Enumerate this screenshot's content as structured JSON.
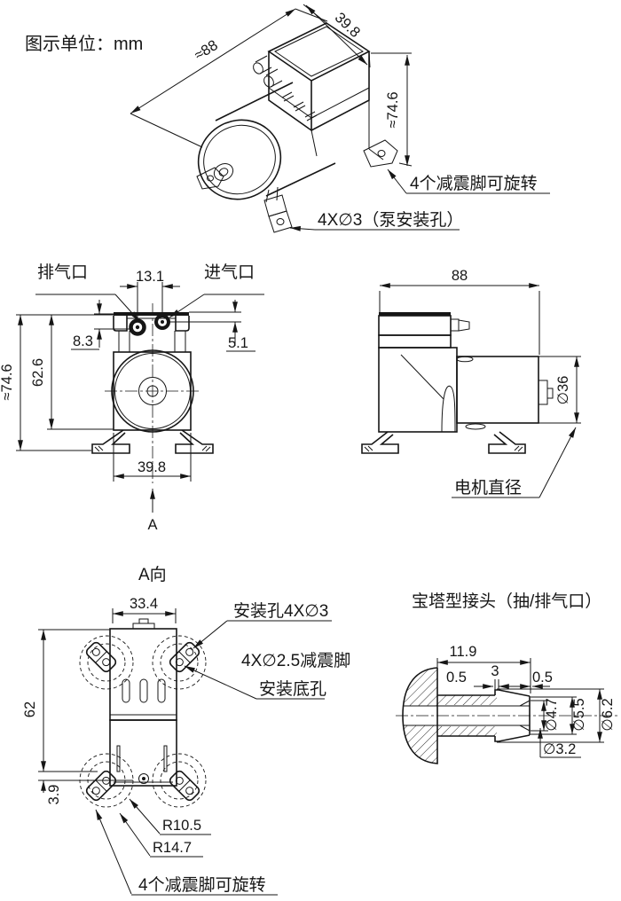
{
  "drawing": {
    "units_label": "图示单位：mm",
    "iso": {
      "dim_length": "≈88",
      "dim_width": "39.8",
      "dim_height": "≈74.6",
      "note_feet_rotate": "4个减震脚可旋转",
      "note_mount_holes": "4X∅3（泵安装孔）"
    },
    "front": {
      "label_exhaust": "排气口",
      "label_intake": "进气口",
      "dim_port_spacing": "13.1",
      "dim_exhaust_offset": "8.3",
      "dim_intake_offset": "5.1",
      "dim_body_height": "62.6",
      "dim_total_height": "≈74.6",
      "dim_width": "39.8",
      "view_arrow_label": "A"
    },
    "side": {
      "dim_length": "88",
      "dim_motor_diameter": "∅36",
      "note_motor_diameter": "电机直径"
    },
    "bottom": {
      "view_title": "A向",
      "dim_top_width": "33.4",
      "dim_length": "62",
      "dim_foot_offset": "3.9",
      "dim_radius_inner": "R10.5",
      "dim_radius_outer": "R14.7",
      "note_mount_holes": "安装孔4X∅3",
      "note_damper_line1": "4X∅2.5减震脚",
      "note_damper_line2": "安装底孔",
      "note_feet_rotate": "4个减震脚可旋转"
    },
    "connector": {
      "view_title": "宝塔型接头（抽/排气口）",
      "dim_length": "11.9",
      "dim_seg_left": "0.5",
      "dim_seg_mid": "3",
      "dim_seg_right": "0.5",
      "dim_bore_tip": "∅4.7",
      "dim_tube_od": "∅5.5",
      "dim_barb_od": "∅6.2",
      "dim_bore": "∅3.2"
    }
  },
  "colors": {
    "line": "#161616",
    "background": "#ffffff"
  }
}
